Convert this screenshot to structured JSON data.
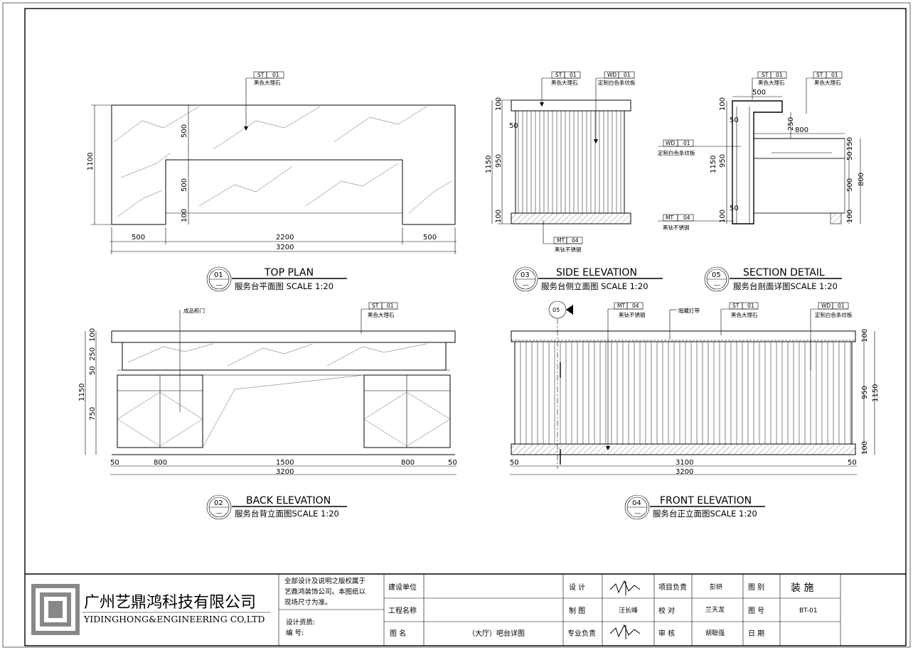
{
  "drawings": {
    "top_plan": {
      "title": "TOP PLAN",
      "number": "01",
      "sub": "—",
      "caption": "服务台平面图  SCALE 1:20",
      "tag": {
        "code": "ST",
        "no": "01",
        "desc": "黑色大理石"
      },
      "dims": {
        "total_h": "1100",
        "upper": "500",
        "lower": "500",
        "edge": "100",
        "left": "500",
        "mid": "2200",
        "right": "500",
        "total_w": "3200"
      }
    },
    "side_elevation": {
      "title": "SIDE ELEVATION",
      "number": "03",
      "sub": "—",
      "caption": "服务台侧立面图  SCALE 1:20",
      "tag1": {
        "code": "ST",
        "no": "01",
        "desc": "黑色大理石"
      },
      "tag2": {
        "code": "WD",
        "no": "01",
        "desc": "定制白色条纹板"
      },
      "tag3": {
        "code": "MT",
        "no": "04",
        "desc": "黑钛不锈钢"
      },
      "dims": {
        "top": "100",
        "d50": "50",
        "total": "1150",
        "mid": "950",
        "bottom": "100"
      }
    },
    "section_detail": {
      "title": "SECTION DETAIL",
      "number": "05",
      "sub": "—",
      "caption": "服务台剖面详图SCALE 1:20",
      "tag1": {
        "code": "ST",
        "no": "01",
        "desc": "黑色大理石"
      },
      "tag2": {
        "code": "ST",
        "no": "01",
        "desc": "黑色大理石"
      },
      "tag3": {
        "code": "WD",
        "no": "01",
        "desc": "定制白色条纹板"
      },
      "tag4": {
        "code": "MT",
        "no": "04",
        "desc": "黑钛不锈钢"
      },
      "dims": {
        "w500": "500",
        "d100a": "100",
        "d50a": "50",
        "d250": "250",
        "w800": "800",
        "d1150": "1150",
        "d950": "950",
        "d50b": "50",
        "d100b": "100",
        "r150": "150",
        "r50": "50",
        "r500": "500",
        "r800": "800",
        "r100": "100"
      }
    },
    "back_elevation": {
      "title": "BACK ELEVATION",
      "number": "02",
      "sub": "—",
      "caption": "服务台背立面图SCALE 1:20",
      "note": "成品柜门",
      "tag": {
        "code": "ST",
        "no": "01",
        "desc": "黑色大理石"
      },
      "dims": {
        "top": "100",
        "d250": "250",
        "d50": "50",
        "total": "1150",
        "d750": "750",
        "l50": "50",
        "l800": "800",
        "mid": "1500",
        "r800": "800",
        "r50": "50",
        "total_w": "3200"
      }
    },
    "front_elevation": {
      "title": "FRONT ELEVATION",
      "number": "04",
      "sub": "—",
      "caption": "服务台正立面图SCALE 1:20",
      "section_mark": "05",
      "note": "暗藏灯带",
      "tag1": {
        "code": "MT",
        "no": "04",
        "desc": "黑钛不锈钢"
      },
      "tag2": {
        "code": "ST",
        "no": "01",
        "desc": "黑色大理石"
      },
      "tag3": {
        "code": "WD",
        "no": "01",
        "desc": "定制白色条纹板"
      },
      "dims": {
        "top": "100",
        "d950": "950",
        "total": "1150",
        "bottom": "100",
        "l50": "50",
        "mid": "3100",
        "r50": "50",
        "total_w": "3200"
      }
    }
  },
  "title_block": {
    "company_cn": "广州艺鼎鸿科技有限公司",
    "company_en": "YIDINGHONG&ENGINEERING CO,LTD",
    "copyright": [
      "全部设计及说明之版权属于",
      "艺鼎鸿装饰公司。本图纸以",
      "现场尺寸为准。"
    ],
    "qualification_label": "设计资质:",
    "serial_label": "编      号:",
    "client_label": "建设单位",
    "project_label": "工程名称",
    "drawing_label": "图    名",
    "drawing_name": "（大厅）吧台详图",
    "design_label": "设    计",
    "draw_label": "制    图",
    "drawer_name": "汪长峰",
    "lead_label": "专业负责",
    "pm_label": "项目负责",
    "pm_name": "彭妍",
    "check_label": "校    对",
    "checker_name": "兰天龙",
    "review_label": "审    核",
    "reviewer_name": "胡聪强",
    "category_label": "图    别",
    "category_value": "装  施",
    "number_label": "图    号",
    "number_value": "BT-01",
    "date_label": "日    期"
  }
}
